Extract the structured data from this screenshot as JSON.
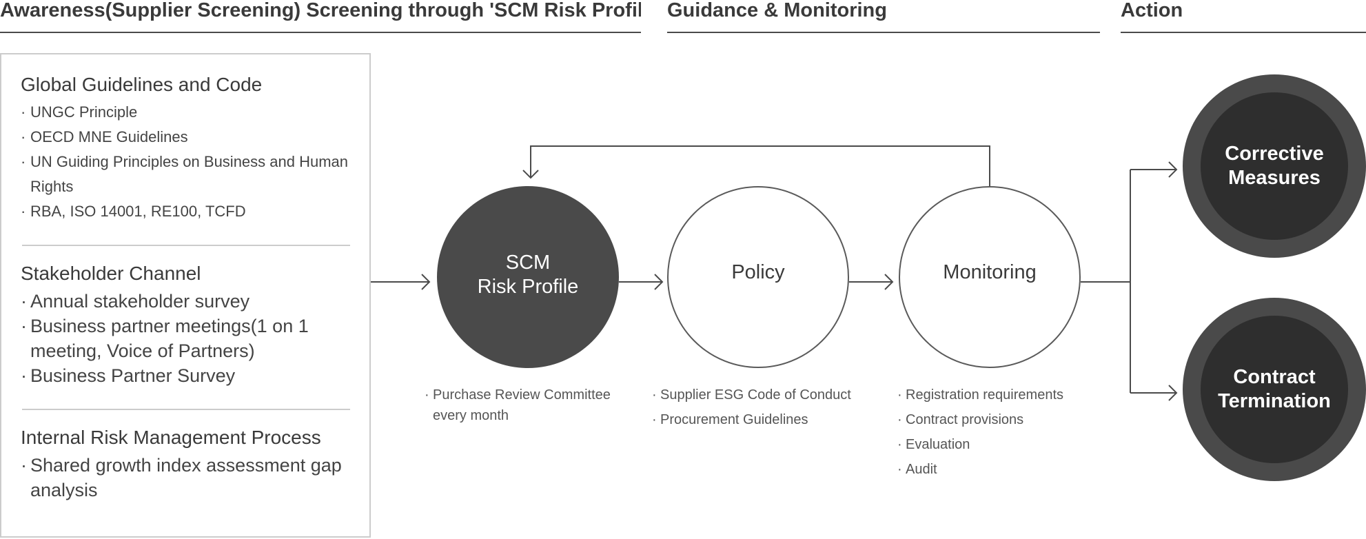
{
  "headers": {
    "awareness": "Awareness(Supplier Screening) Screening through 'SCM Risk Profile'",
    "guidance": "Guidance & Monitoring",
    "action": "Action"
  },
  "left_panel": {
    "global": {
      "title": "Global Guidelines and Code",
      "items": [
        "UNGC Principle",
        "OECD MNE Guidelines",
        "UN Guiding Principles on Business and Human Rights",
        "RBA, ISO 14001, RE100, TCFD"
      ]
    },
    "stakeholder": {
      "title": "Stakeholder Channel",
      "items": [
        "Annual stakeholder survey",
        "Business partner meetings(1 on 1 meeting, Voice of Partners)",
        "Business Partner Survey"
      ]
    },
    "internal": {
      "title": "Internal Risk Management Process",
      "items": [
        "Shared growth index assessment gap analysis"
      ]
    }
  },
  "nodes": {
    "scm": {
      "label": "SCM\nRisk Profile",
      "notes": [
        "Purchase Review Committee every month"
      ]
    },
    "policy": {
      "label": "Policy",
      "notes": [
        "Supplier ESG Code of Conduct",
        "Procurement Guidelines"
      ]
    },
    "monitoring": {
      "label": "Monitoring",
      "notes": [
        "Registration requirements",
        "Contract provisions",
        "Evaluation",
        "Audit"
      ]
    },
    "corrective": {
      "label": "Corrective\nMeasures"
    },
    "termination": {
      "label": "Contract\nTermination"
    }
  },
  "colors": {
    "dark_circle": "#4a4a4a",
    "ring_inner": "#2e2e2e",
    "line": "#4a4a4a",
    "border_light": "#cccccc"
  }
}
